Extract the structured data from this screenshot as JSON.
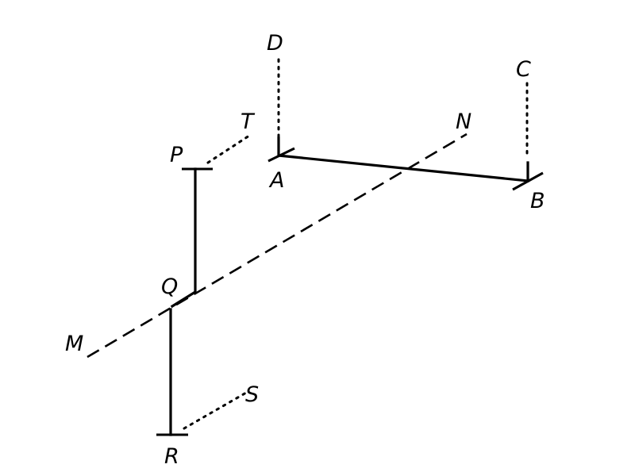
{
  "labels": {
    "A": "A",
    "B": "B",
    "C": "C",
    "D": "D",
    "M": "M",
    "N": "N",
    "P": "P",
    "Q": "Q",
    "R": "R",
    "S": "S",
    "T": "T"
  },
  "colors": {
    "ink": "#000000",
    "background": "#ffffff"
  }
}
